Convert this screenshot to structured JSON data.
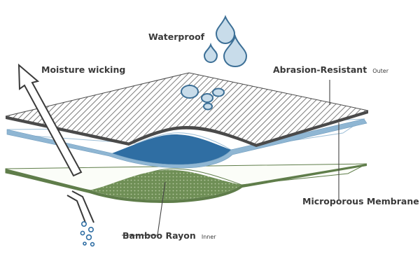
{
  "labels": {
    "waterproof": "Waterproof",
    "moisture_wicking": "Moisture wicking",
    "abrasion_main": "Abrasion-Resistant",
    "abrasion_sub": "Outer",
    "membrane": "Microporous Membrane",
    "bamboo_main": "Bamboo Rayon",
    "bamboo_sub": "Inner"
  },
  "colors": {
    "outer_hatch": "#555555",
    "outer_edge": "#4a4a4a",
    "membrane_edge": "#8fb6d3",
    "membrane_fill": "#2f6ea3",
    "inner_fill": "#6f8f56",
    "inner_edge": "#5f7d4a",
    "drop_fill": "#c8dcea",
    "drop_edge": "#3c6f96",
    "label_text": "#3a3a3a"
  },
  "icons": {
    "arrow": "upward-arrow-icon",
    "drops": "water-drop-icon",
    "bubbles": "bubbles-icon"
  }
}
